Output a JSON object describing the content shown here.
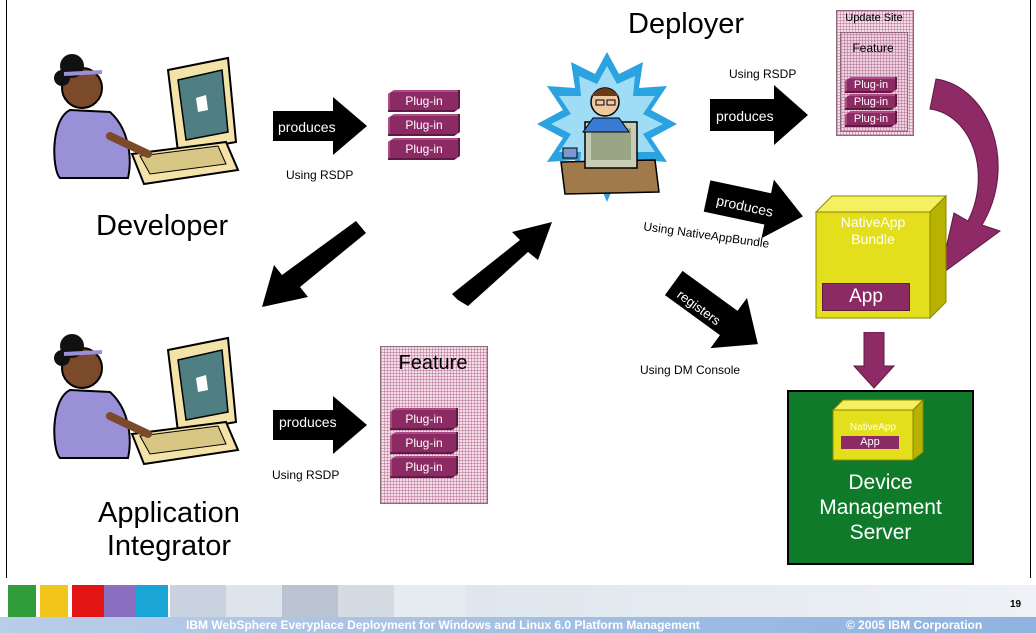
{
  "roles": {
    "developer": "Developer",
    "integrator_line1": "Application",
    "integrator_line2": "Integrator",
    "deployer": "Deployer"
  },
  "arrows": {
    "produces": "produces",
    "registers": "registers"
  },
  "tools": {
    "rsdp": "Using RSDP",
    "native_app_bundle": "Using NativeAppBundle",
    "dm_console": "Using DM Console"
  },
  "artifacts": {
    "plugin": "Plug-in",
    "feature": "Feature",
    "update_site": "Update Site",
    "bundle_line1": "NativeApp",
    "bundle_line2": "Bundle",
    "app": "App",
    "small_bundle": "NativeApp"
  },
  "server": {
    "line1": "Device",
    "line2": "Management",
    "line3": "Server"
  },
  "footer": {
    "title": "IBM WebSphere Everyplace Deployment for Windows and Linux 6.0 Platform Management",
    "copyright": "© 2005 IBM Corporation",
    "page": "19"
  },
  "colors": {
    "plugin": "#8c2a63",
    "bundle": "#e3df1c",
    "server": "#0f7a2a",
    "footer_bar": "#8fb3e0"
  }
}
